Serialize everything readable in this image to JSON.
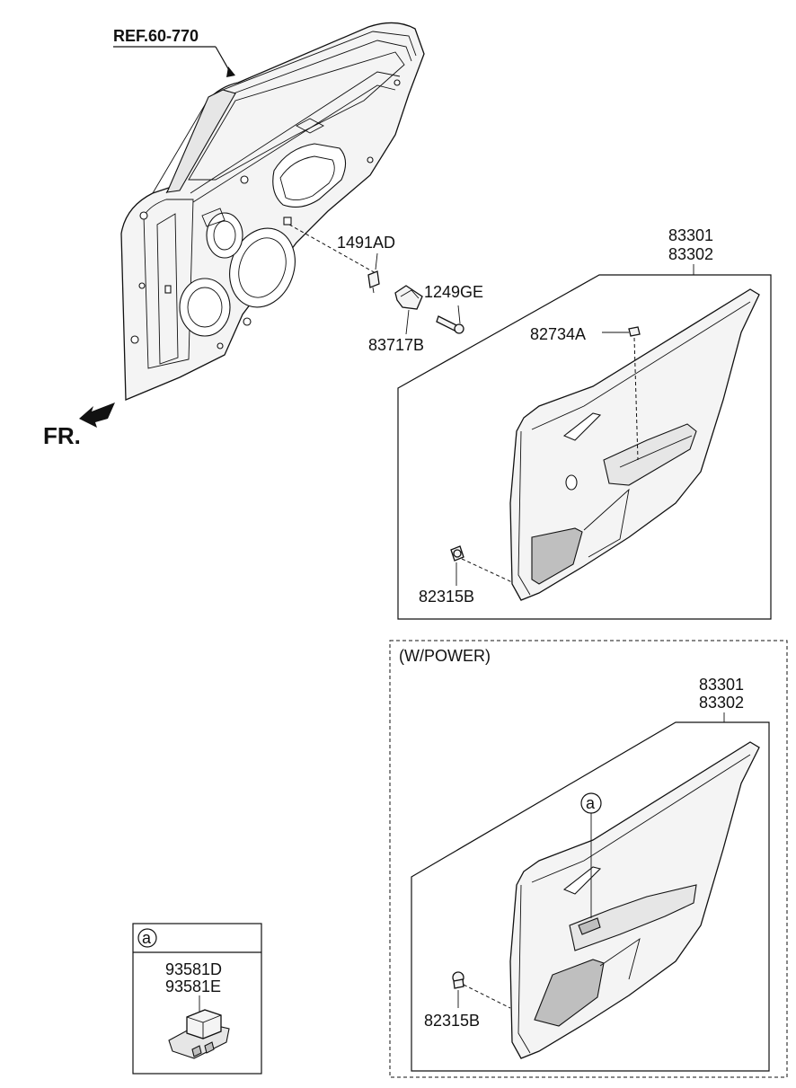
{
  "labels": {
    "ref": "REF.60-770",
    "fr": "FR.",
    "p1491ad": "1491AD",
    "p1249ge": "1249GE",
    "p83717b": "83717B",
    "p83301_top": "83301",
    "p83302_top": "83302",
    "p82734a": "82734A",
    "p82315b_top": "82315B",
    "w_power": "(W/POWER)",
    "p83301_bottom": "83301",
    "p83302_bottom": "83302",
    "callout_a": "a",
    "p82315b_bottom": "82315B",
    "detail_a": "a",
    "p93581d": "93581D",
    "p93581e": "93581E"
  }
}
